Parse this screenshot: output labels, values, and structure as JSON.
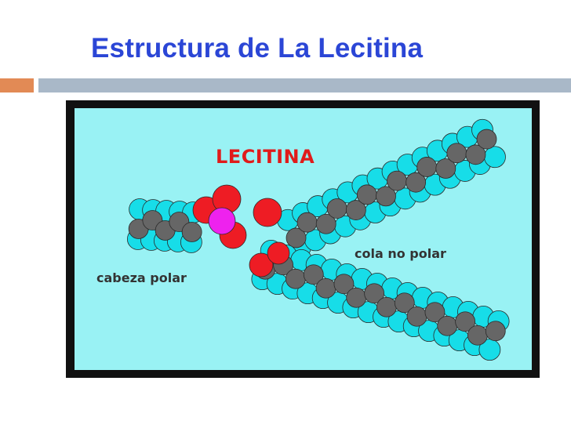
{
  "slide": {
    "title": "Estructura de La Lecitina"
  },
  "figure": {
    "title": "LECITINA",
    "label_head": "cabeza polar",
    "label_tail": "cola no polar"
  },
  "colors": {
    "title": "#2b46d6",
    "accent_orange": "#e28a55",
    "accent_bar": "#a9b8c8",
    "frame": "#111111",
    "panel_background": "#99f2f4",
    "hydrogen": "#17dde8",
    "carbon": "#666666",
    "oxygen": "#ee1c24",
    "phosphorus": "#ee22ee",
    "label_red": "#e01b1b"
  }
}
